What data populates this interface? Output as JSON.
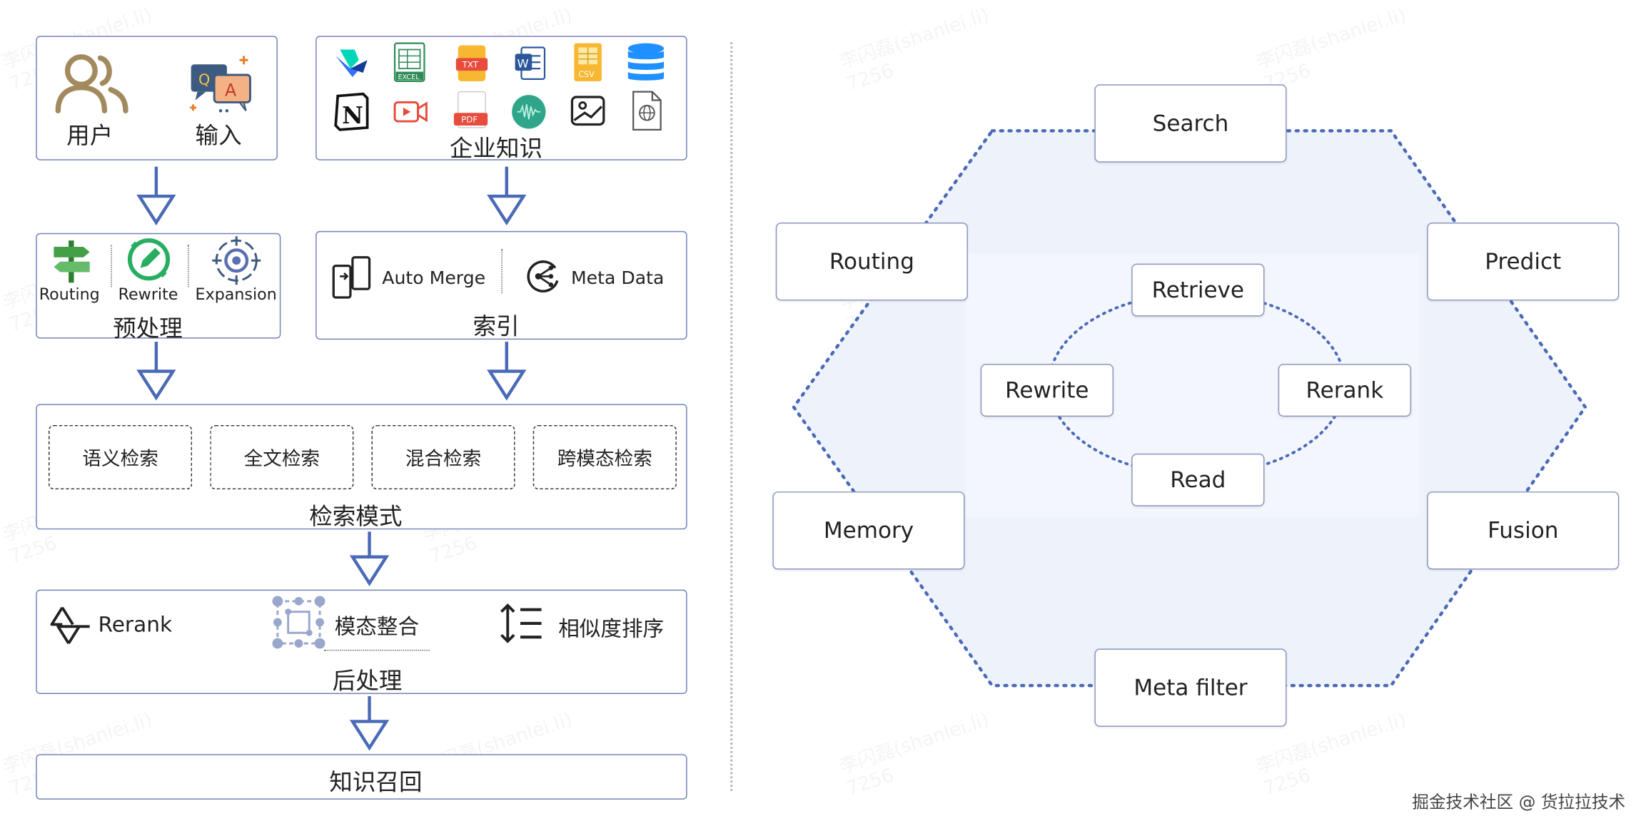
{
  "left": {
    "user": {
      "user_label": "用户",
      "input_label": "输入"
    },
    "enterprise": {
      "label": "企业知识"
    },
    "preprocess": {
      "routing": "Routing",
      "rewrite": "Rewrite",
      "expansion": "Expansion",
      "title": "预处理"
    },
    "index": {
      "auto_merge": "Auto Merge",
      "meta_data": "Meta Data",
      "title": "索引"
    },
    "retrieval": {
      "modes": [
        "语义检索",
        "全文检索",
        "混合检索",
        "跨模态检索"
      ],
      "title": "检索模式"
    },
    "postprocess": {
      "rerank": "Rerank",
      "modal_merge": "模态整合",
      "sort": "相似度排序",
      "title": "后处理"
    },
    "recall": {
      "title": "知识召回"
    },
    "icons": {
      "excel": "EXCEL",
      "txt": "TXT",
      "csv": "CSV",
      "pdf": "PDF",
      "notion": "N",
      "qa_q": "Q",
      "qa_a": "A",
      "word": "W"
    }
  },
  "right": {
    "outer": {
      "search": "Search",
      "routing": "Routing",
      "predict": "Predict",
      "memory": "Memory",
      "fusion": "Fusion",
      "meta_filter": "Meta filter"
    },
    "inner": {
      "retrieve": "Retrieve",
      "rewrite": "Rewrite",
      "rerank": "Rerank",
      "read": "Read"
    }
  },
  "footer": "掘金技术社区 @ 货拉拉技术",
  "watermark": "李闪磊(shanlei.li)",
  "watermark_id": "7256",
  "colors": {
    "border": "#7383b8",
    "arrow": "#4a6ab8",
    "hex_fill": "#eef2fa",
    "hex_dot": "#4a6ab8"
  }
}
